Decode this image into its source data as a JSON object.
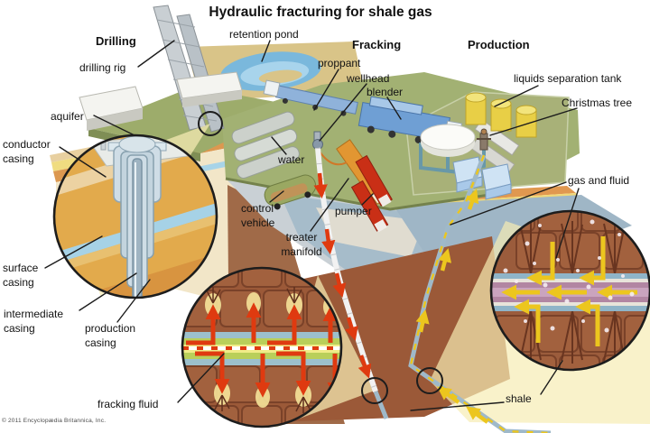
{
  "title": "Hydraulic fracturing for shale gas",
  "sections": {
    "drilling": "Drilling",
    "fracking": "Fracking",
    "production": "Production"
  },
  "labels": {
    "drilling_rig": "drilling rig",
    "retention_pond": "retention pond",
    "proppant": "proppant",
    "wellhead": "wellhead",
    "blender": "blender",
    "liquids_separation_tank": "liquids separation tank",
    "christmas_tree": "Christmas tree",
    "aquifer": "aquifer",
    "conductor_casing": "conductor casing",
    "water": "water",
    "control_vehicle": "control vehicle",
    "pumper": "pumper",
    "treater_manifold": "treater manifold",
    "surface_casing": "surface casing",
    "intermediate_casing": "intermediate casing",
    "production_casing": "production casing",
    "gas_and_fluid": "gas and fluid",
    "fracking_fluid": "fracking fluid",
    "shale": "shale"
  },
  "copyright": "© 2011 Encyclopædia Britannica, Inc.",
  "colors": {
    "pad_green": "#a2b173",
    "ground_tan": "#d9c488",
    "pond_blue": "#7ab8dc",
    "aquifer_blue": "#a6d2e6",
    "shale_brown": "#9b5938",
    "fracking_arrow_red": "#df3a10",
    "gas_arrow_yellow": "#ecc61e",
    "casing_steel": "#cfdde6",
    "glow_yellow": "#f6ecb4",
    "pumper_red": "#c92f16",
    "blender_blue": "#6f9fd4",
    "treater_orange": "#e29632",
    "tank_yellow": "#e8cf46"
  }
}
